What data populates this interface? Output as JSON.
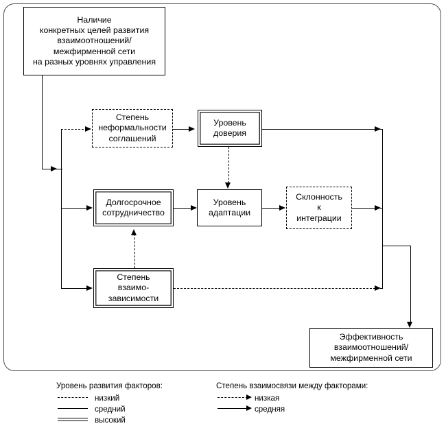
{
  "diagram": {
    "title_text": "",
    "nodes": {
      "goals": {
        "label": "Наличие\nконкретных целей развития\nвзаимоотношений/\nмежфирменной сети\nна разных уровнях управления",
        "level": "средний"
      },
      "informality": {
        "label": "Степень\nнеформальности\nсоглашений",
        "level": "низкий"
      },
      "trust": {
        "label": "Уровень\nдоверия",
        "level": "высокий"
      },
      "cooperation": {
        "label": "Долгосрочное\nсотрудничество",
        "level": "высокий"
      },
      "adaptation": {
        "label": "Уровень\nадаптации",
        "level": "средний"
      },
      "integration": {
        "label": "Склонность\nк\nинтеграции",
        "level": "низкий"
      },
      "interdependence": {
        "label": "Степень\nвзаимо-\nзависимости",
        "level": "высокий"
      },
      "effectiveness": {
        "label": "Эффективность\nвзаимоотношений/\nмежфирменной сети",
        "level": "средний"
      }
    },
    "edges": [
      {
        "from": "goals",
        "to": "informality",
        "strength": "низкая"
      },
      {
        "from": "goals",
        "to": "cooperation",
        "strength": "средняя"
      },
      {
        "from": "goals",
        "to": "interdependence",
        "strength": "средняя"
      },
      {
        "from": "informality",
        "to": "trust",
        "strength": "средняя"
      },
      {
        "from": "trust",
        "to": "adaptation",
        "strength": "низкая"
      },
      {
        "from": "trust",
        "to": "effectiveness",
        "strength": "средняя"
      },
      {
        "from": "cooperation",
        "to": "adaptation",
        "strength": "средняя"
      },
      {
        "from": "adaptation",
        "to": "integration",
        "strength": "средняя"
      },
      {
        "from": "integration",
        "to": "effectiveness",
        "strength": "средняя"
      },
      {
        "from": "interdependence",
        "to": "cooperation",
        "strength": "низкая"
      },
      {
        "from": "interdependence",
        "to": "effectiveness",
        "strength": "низкая"
      }
    ]
  },
  "legend_levels": {
    "title": "Уровень развития факторов:",
    "items": [
      {
        "key": "dashed",
        "label": "низкий"
      },
      {
        "key": "solid",
        "label": "средний"
      },
      {
        "key": "double",
        "label": "высокий"
      }
    ]
  },
  "legend_links": {
    "title": "Степень взаимосвязи между факторами:",
    "items": [
      {
        "key": "dashed-arrow",
        "label": "низкая"
      },
      {
        "key": "solid-arrow",
        "label": "средняя"
      }
    ]
  }
}
